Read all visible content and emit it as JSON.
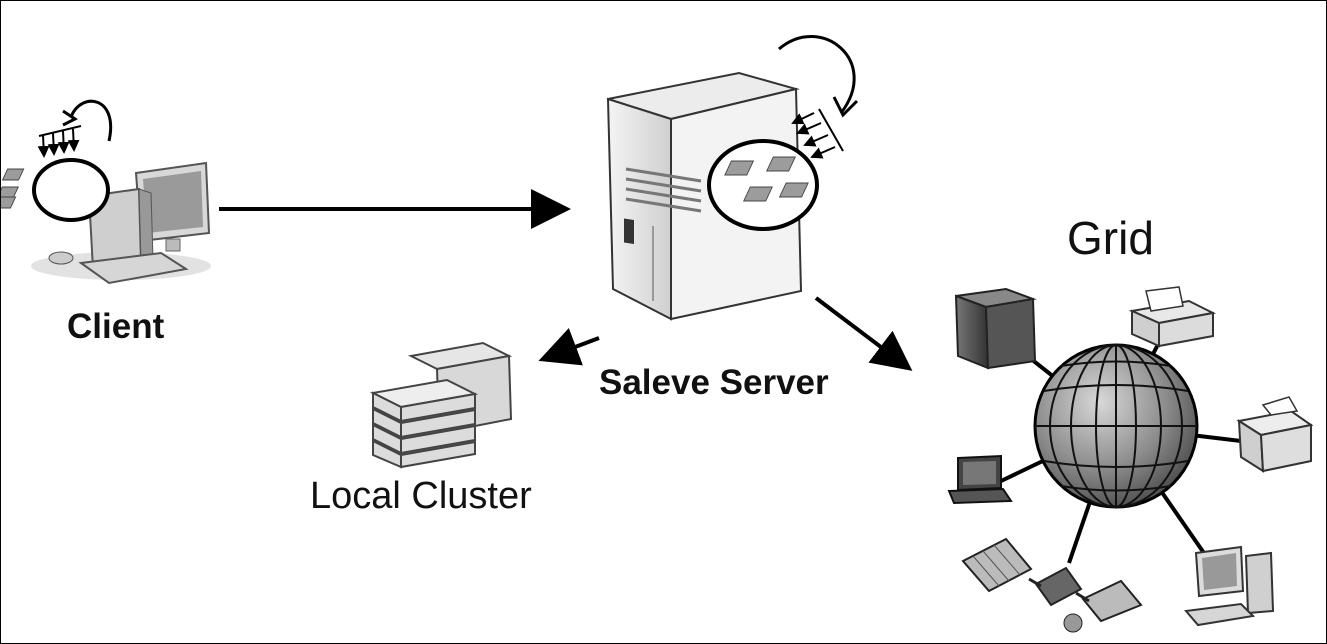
{
  "labels": {
    "client": "Client",
    "server": "Saleve Server",
    "cluster": "Local Cluster",
    "grid": "Grid"
  }
}
